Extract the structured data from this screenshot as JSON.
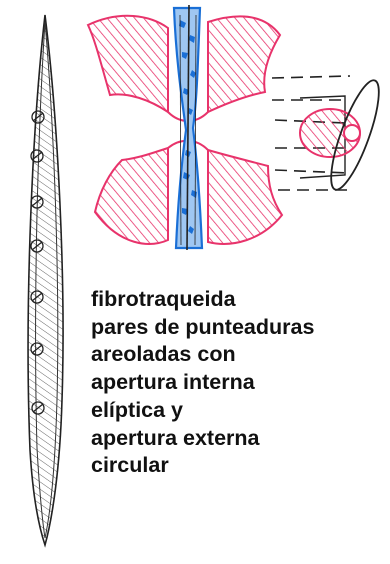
{
  "caption": {
    "lines": [
      "fibrotraqueida",
      "pares de punteaduras",
      "areoladas con",
      "apertura interna",
      "elíptica y",
      "apertura externa",
      "circular"
    ]
  },
  "colors": {
    "cell_wall_red": "#e8336b",
    "middle_lamella_blue": "#1a6fd6",
    "ink": "#222222"
  }
}
